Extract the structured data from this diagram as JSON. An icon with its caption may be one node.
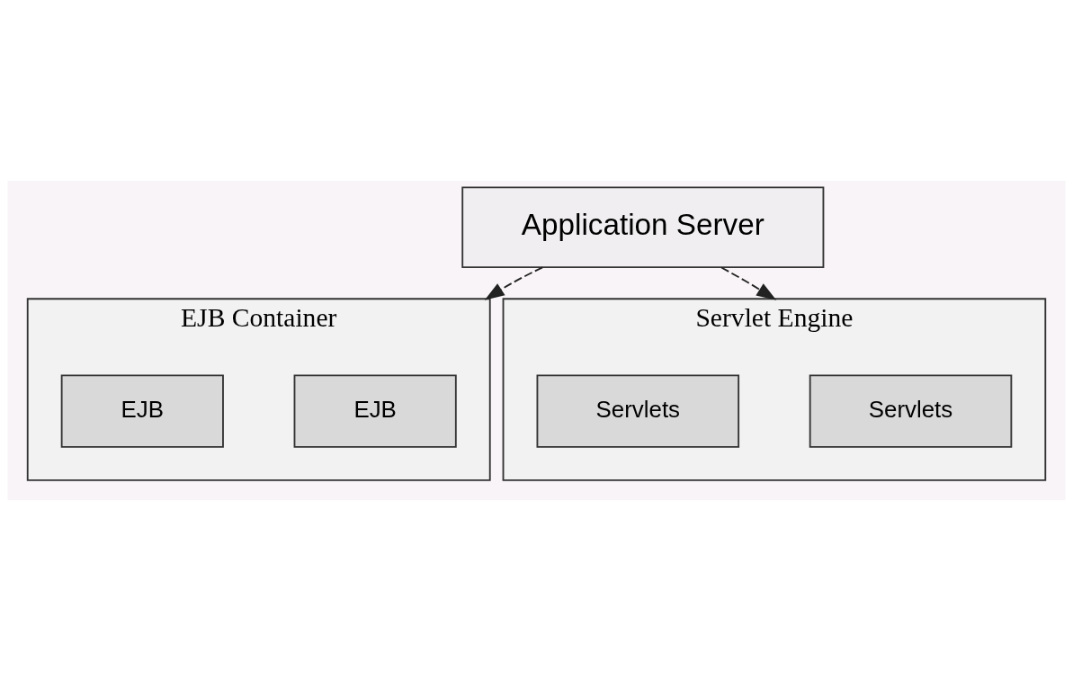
{
  "diagram": {
    "nodes": [
      {
        "text": [
          "Application Server"
        ]
      },
      {
        "text": [
          "EJB Container"
        ]
      },
      {
        "text": [
          "EJB"
        ],
        "in": 1
      },
      {
        "text": [
          "EJB"
        ],
        "in": 1
      },
      {
        "text": [
          "Servlet Engine"
        ]
      },
      {
        "text": [
          "Servlets"
        ],
        "in": 4
      },
      {
        "text": [
          "Servlets"
        ],
        "in": 4
      }
    ],
    "edges": [
      {
        "from": 0,
        "to": 1,
        "arrow": "to",
        "style": "dashed"
      },
      {
        "from": 0,
        "to": 4,
        "arrow": "to",
        "style": "dashed"
      }
    ]
  }
}
